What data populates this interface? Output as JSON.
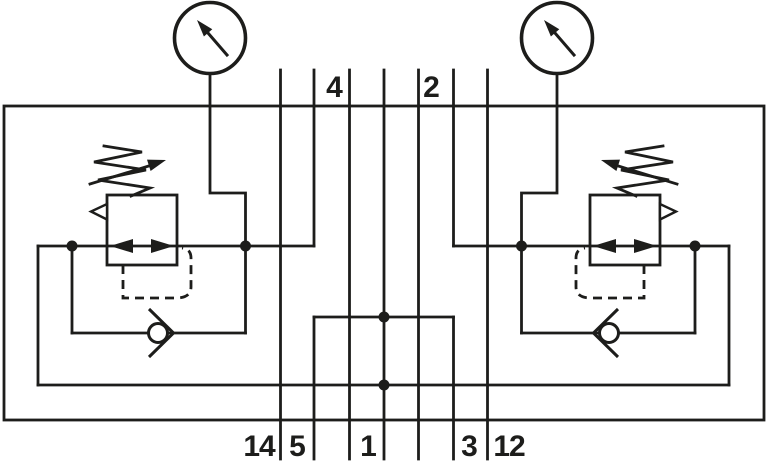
{
  "diagram": {
    "kind": "pneumatic-circuit-schematic",
    "description": "Dual adjustable pressure regulators with gauges and check valves on a manifold plate",
    "colors": {
      "line": "#1d1d1b",
      "background": "#ffffff"
    },
    "port_labels": {
      "p4": "4",
      "p2": "2",
      "p14": "14",
      "p5": "5",
      "p1": "1",
      "p3": "3",
      "p12": "12"
    },
    "icons": {
      "left_gauge": "pressure-gauge-icon",
      "right_gauge": "pressure-gauge-icon",
      "left_regulator": "pressure-regulator-icon",
      "right_regulator": "pressure-regulator-icon",
      "left_check_valve": "check-valve-icon",
      "right_check_valve": "check-valve-icon",
      "left_spring": "adjustable-spring-icon",
      "right_spring": "adjustable-spring-icon"
    }
  }
}
